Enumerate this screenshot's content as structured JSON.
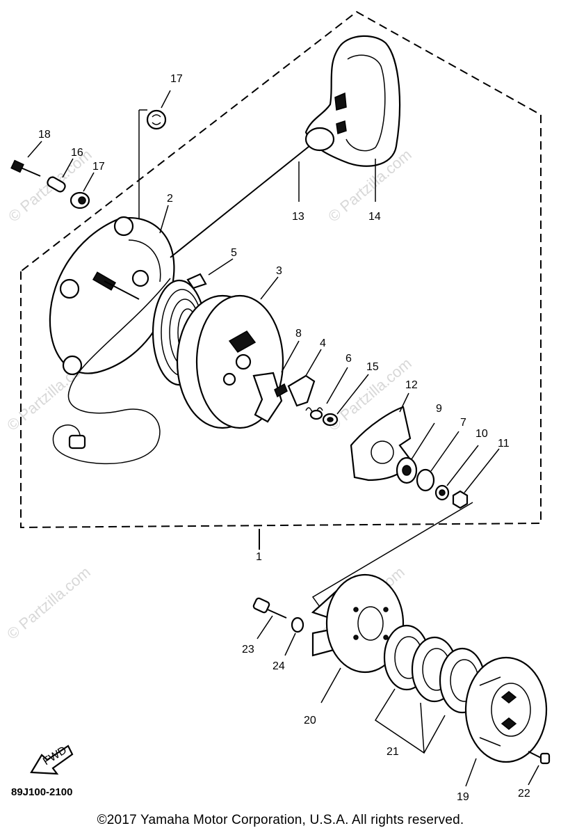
{
  "diagram_code": "89J100-2100",
  "copyright": "©2017 Yamaha Motor Corporation, U.S.A. All rights reserved.",
  "fwd_label": "FWD",
  "assembly_ref": "1",
  "watermark": "© Partzilla.com",
  "callouts": [
    "17",
    "18",
    "16",
    "17",
    "2",
    "13",
    "14",
    "5",
    "3",
    "8",
    "4",
    "6",
    "15",
    "12",
    "9",
    "7",
    "10",
    "11",
    "23",
    "24",
    "20",
    "21",
    "19",
    "22"
  ]
}
